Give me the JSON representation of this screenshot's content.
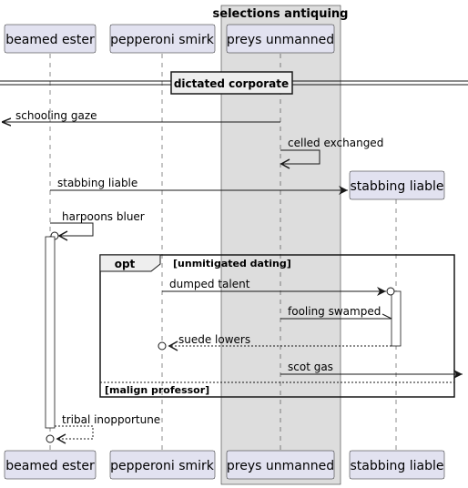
{
  "box": {
    "title": "selections antiquing",
    "fill": "#dddddd"
  },
  "participants": [
    {
      "id": "beamed_ester",
      "label": "beamed ester"
    },
    {
      "id": "pepperoni_smirk",
      "label": "pepperoni smirk"
    },
    {
      "id": "preys_unmanned",
      "label": "preys unmanned"
    },
    {
      "id": "stabbing_liable",
      "label": "stabbing liable"
    }
  ],
  "divider": {
    "label": "dictated corporate"
  },
  "messages": [
    {
      "label": "schooling gaze",
      "from": "preys_unmanned",
      "to": "left-edge",
      "style": "solid"
    },
    {
      "label": "celled exchanged",
      "from": "preys_unmanned",
      "to": "preys_unmanned",
      "style": "solid"
    },
    {
      "label": "stabbing liable",
      "from": "beamed_ester",
      "to": "stabbing_liable",
      "style": "create"
    },
    {
      "label": "harpoons bluer",
      "from": "beamed_ester",
      "to": "beamed_ester",
      "style": "solid-circle"
    },
    {
      "label": "dumped talent",
      "from": "pepperoni_smirk",
      "to": "stabbing_liable",
      "style": "solid-circle"
    },
    {
      "label": "fooling swamped",
      "from": "preys_unmanned",
      "to": "stabbing_liable",
      "style": "solid-half"
    },
    {
      "label": "suede lowers",
      "from": "stabbing_liable",
      "to": "pepperoni_smirk",
      "style": "dashed-circle"
    },
    {
      "label": "scot gas",
      "from": "preys_unmanned",
      "to": "right-edge",
      "style": "solid"
    },
    {
      "label": "tribal inopportune",
      "from": "beamed_ester",
      "to": "beamed_ester",
      "style": "dashed-circle"
    }
  ],
  "fragment": {
    "keyword": "opt",
    "condition": "[unmitigated dating]",
    "else_condition": "[malign professor]"
  },
  "colors": {
    "participant_fill": "#e2e2f0",
    "line": "#181818"
  }
}
